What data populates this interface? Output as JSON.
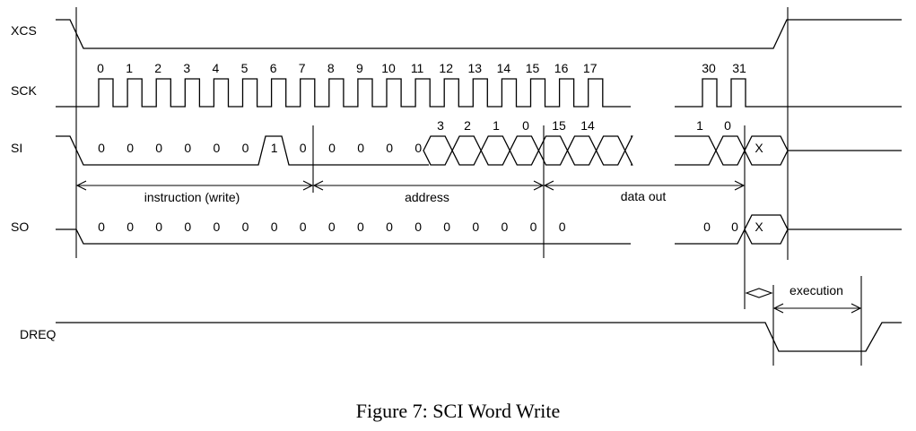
{
  "signals": {
    "xcs": "XCS",
    "sck": "SCK",
    "si": "SI",
    "so": "SO",
    "dreq": "DREQ"
  },
  "sck_numbers": [
    "0",
    "1",
    "2",
    "3",
    "4",
    "5",
    "6",
    "7",
    "8",
    "9",
    "10",
    "11",
    "12",
    "13",
    "14",
    "15",
    "16",
    "17",
    "30",
    "31"
  ],
  "si_instruction_bits": [
    "0",
    "0",
    "0",
    "0",
    "0",
    "0",
    "1",
    "0"
  ],
  "si_address_lead_bits": [
    "0",
    "0",
    "0",
    "0"
  ],
  "si_address_top_labels": [
    "3",
    "2",
    "1",
    "0"
  ],
  "si_data_top_labels": [
    "15",
    "14"
  ],
  "si_tail_top_labels": [
    "1",
    "0"
  ],
  "si_dont_care": "X",
  "so_bits": [
    "0",
    "0",
    "0",
    "0",
    "0",
    "0",
    "0",
    "0",
    "0",
    "0",
    "0",
    "0",
    "0",
    "0",
    "0",
    "0",
    "0"
  ],
  "so_tail_bits": [
    "0",
    "0"
  ],
  "so_dont_care": "X",
  "phases": {
    "instruction": "instruction (write)",
    "address": "address",
    "data": "data out",
    "execution": "execution"
  },
  "caption": "Figure 7: SCI Word Write"
}
